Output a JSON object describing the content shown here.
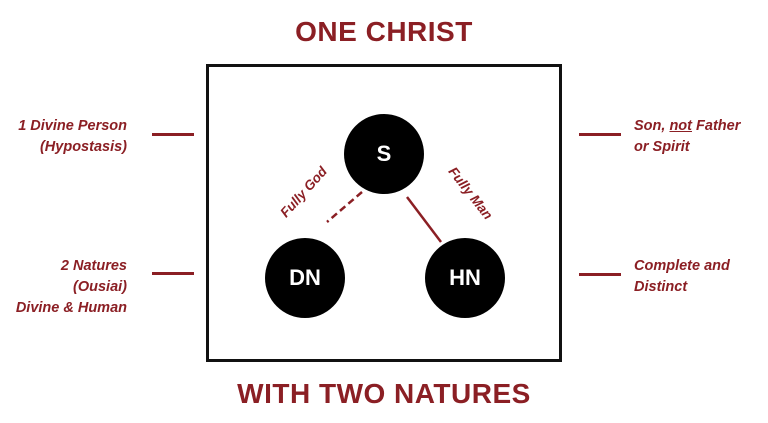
{
  "titles": {
    "top": "ONE CHRIST",
    "bottom": "WITH TWO NATURES"
  },
  "nodes": {
    "son": "S",
    "divine_nature": "DN",
    "human_nature": "HN"
  },
  "edges": {
    "divine": "Fully God",
    "human": "Fully Man"
  },
  "left_labels": {
    "person": [
      "1 Divine Person",
      "(Hypostasis)"
    ],
    "natures": [
      "2 Natures",
      "(Ousiai)",
      "Divine & Human"
    ]
  },
  "right_labels": {
    "son": {
      "prefix": "Son, ",
      "emphasis": "not",
      "suffix": " Father",
      "line2": "or Spirit"
    },
    "natures": [
      "Complete and",
      "Distinct"
    ]
  },
  "colors": {
    "accent": "#8b1f24",
    "node": "#000000",
    "frame": "#111111"
  }
}
